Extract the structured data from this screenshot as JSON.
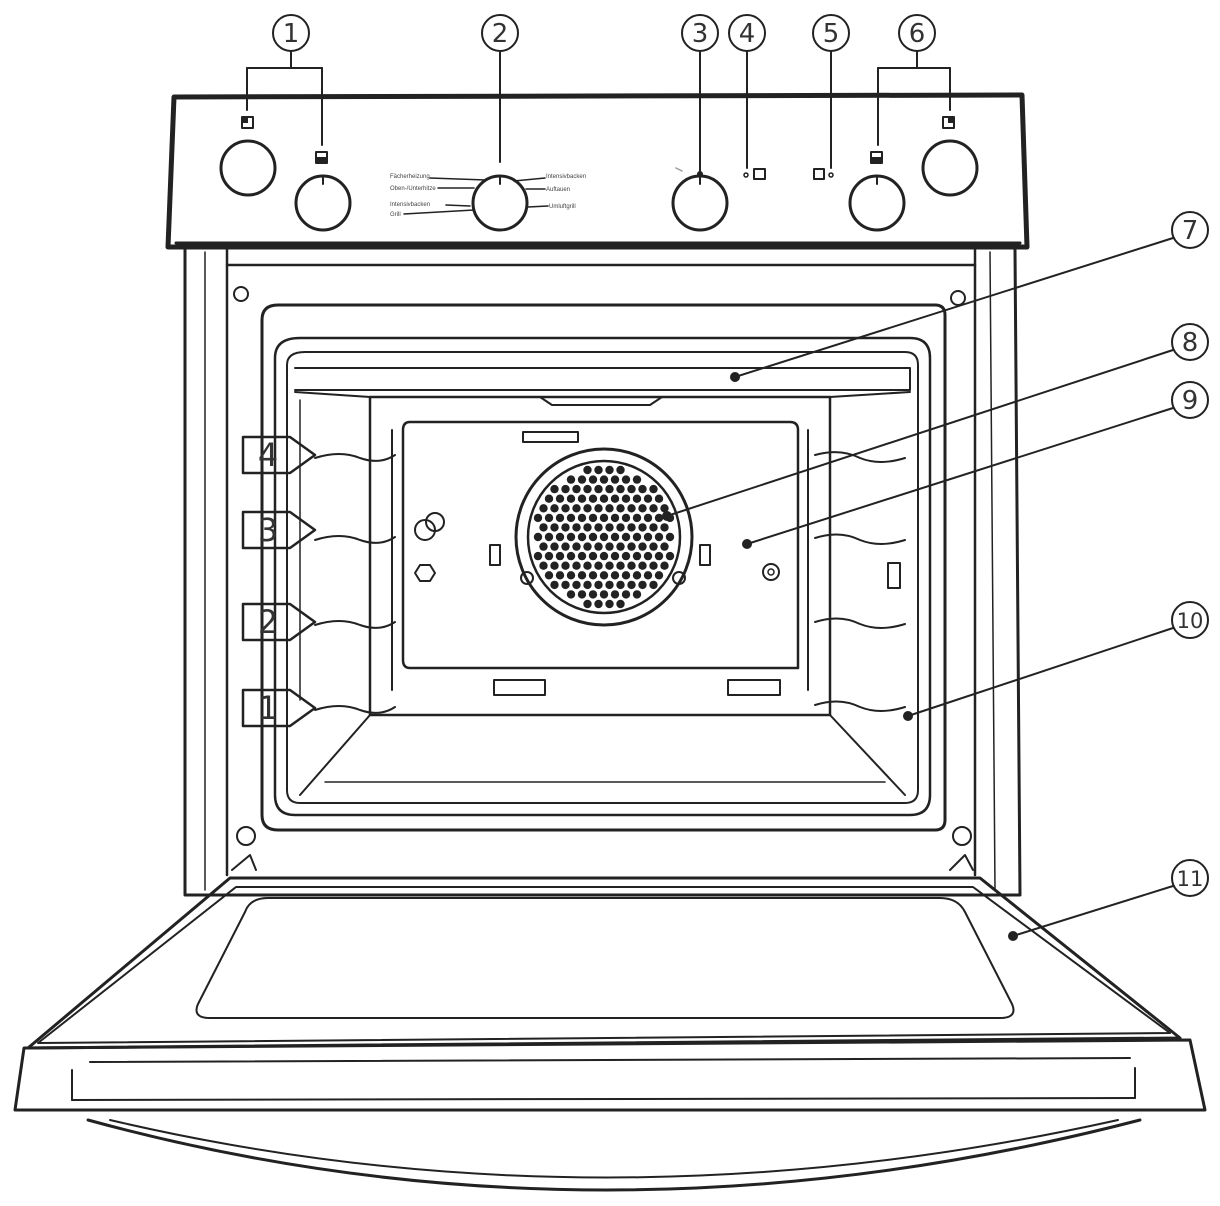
{
  "callouts": [
    {
      "id": 1,
      "label": "1"
    },
    {
      "id": 2,
      "label": "2"
    },
    {
      "id": 3,
      "label": "3"
    },
    {
      "id": 4,
      "label": "4"
    },
    {
      "id": 5,
      "label": "5"
    },
    {
      "id": 6,
      "label": "6"
    },
    {
      "id": 7,
      "label": "7"
    },
    {
      "id": 8,
      "label": "8"
    },
    {
      "id": 9,
      "label": "9"
    },
    {
      "id": 10,
      "label": "10"
    },
    {
      "id": 11,
      "label": "11"
    }
  ],
  "shelf_levels": [
    "4",
    "3",
    "2",
    "1"
  ],
  "knob_labels": {
    "left": [
      "Fächerheizung",
      "Oben-/Unterhitze",
      "Intensivbacken",
      "Grill"
    ],
    "right": [
      "Intensivbacken",
      "Auftauen",
      "Umluftgrill"
    ]
  }
}
